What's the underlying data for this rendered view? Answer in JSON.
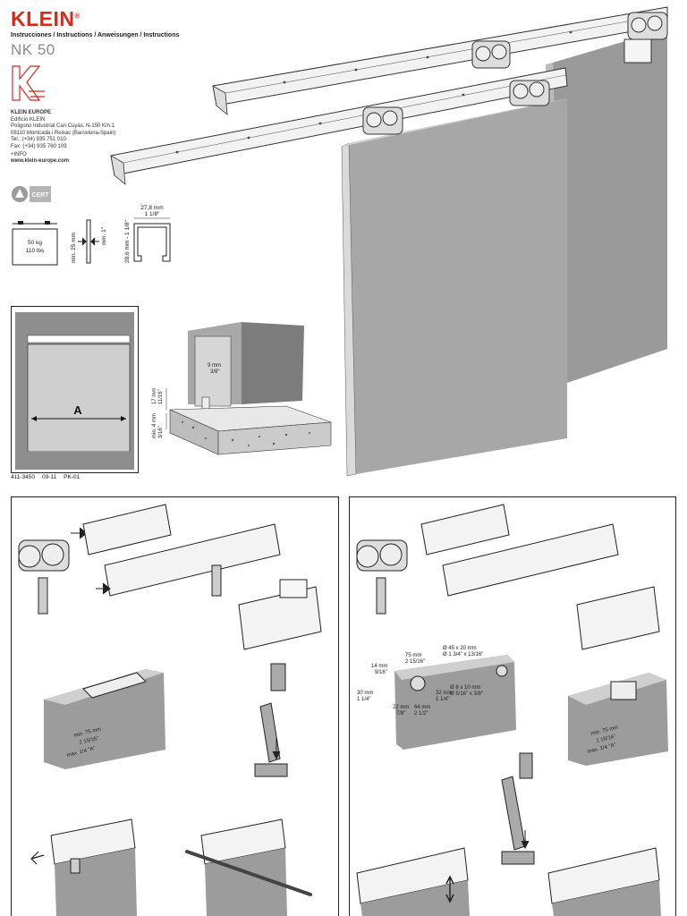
{
  "header": {
    "brand": "KLEIN",
    "subtitle": "Instrucciones / Instructions / Anweisungen / Instructions",
    "model": "NK 50"
  },
  "address": {
    "company": "KLEIN EUROPE",
    "line1": "Edificio KLEIN",
    "line2": "Poligono Industrial Can Cuyàs. N-150 Km.1",
    "line3": "08110 Montcada i Reixac (Barcelona-Spain)",
    "phone": "Tel.: (+34) 935 751 010",
    "fax": "Fax: (+34) 935 760 109",
    "info": "+INFO",
    "website": "www.klein-europe.com"
  },
  "certification": {
    "label": "CERT"
  },
  "specs": {
    "weight_kg": "50 kg",
    "weight_lbs": "110 lbs",
    "thickness_mm": "min. 25 mm",
    "thickness_in": "min. 1\"",
    "profile_width_mm": "27,8 mm",
    "profile_width_in": "1 1/8\"",
    "profile_height": "28,6 mm - 1 1/8\""
  },
  "door_diagram": {
    "label": "A",
    "gap_mm": "9 mm",
    "gap_in": "3/8\"",
    "height_mm": "17 mm",
    "height_in": "11/16\"",
    "floor_mm": "min. 4 mm",
    "floor_in": "3/16\""
  },
  "reference": {
    "code": "411-3450",
    "date": "09-11",
    "edition": "PK-01"
  },
  "left_panel": {
    "min_dim": "min. 75 mm",
    "min_in": "2 15/16\"",
    "max_dim": "max. 1/4 \"A\""
  },
  "right_panel": {
    "depth_mm": "14 mm",
    "depth_in": "9/16\"",
    "offset_mm": "75 mm",
    "offset_in": "2 15/16\"",
    "hole_large": "Ø 45 x 20 mm",
    "hole_large_in": "Ø 1 3/4\" x 13/16\"",
    "hole_small": "Ø 8 x 10 mm",
    "hole_small_in": "Ø 5/16\" x 3/8\"",
    "v1_mm": "30 mm",
    "v1_in": "1 1/4\"",
    "v2_mm": "22 mm",
    "v2_in": "7/8\"",
    "h1_mm": "32 mm",
    "h1_in": "1 1/4\"",
    "h2_mm": "64 mm",
    "h2_in": "2 1/2\"",
    "min_dim": "min. 75 mm",
    "min_in": "2 15/16\"",
    "max_dim": "max. 1/4 \"A\""
  }
}
